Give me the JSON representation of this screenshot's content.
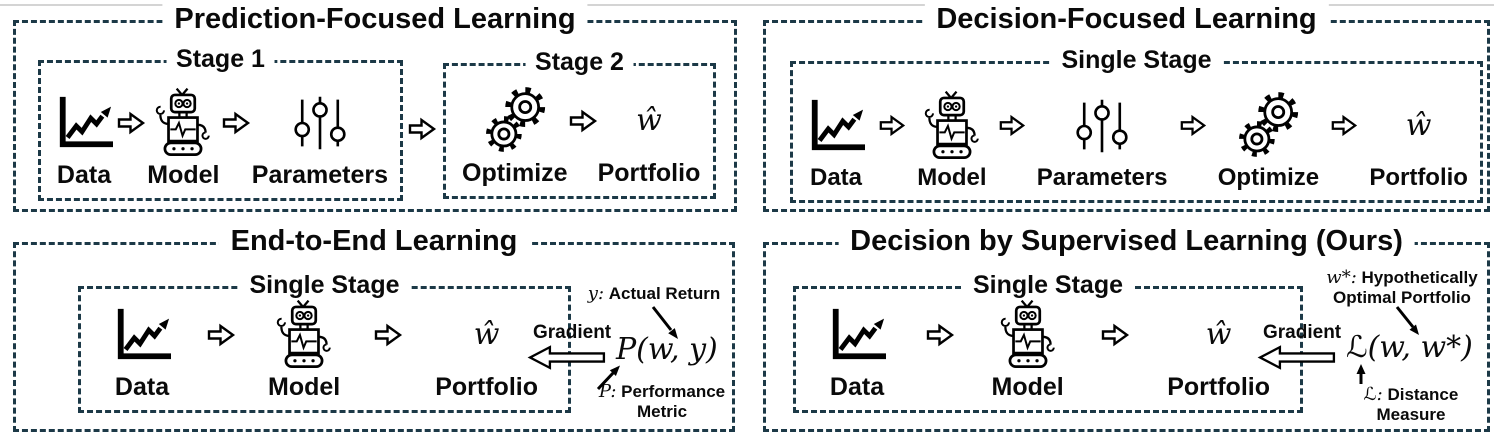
{
  "panels": {
    "prediction": {
      "title": "Prediction-Focused Learning",
      "stage1": {
        "title": "Stage 1",
        "items": [
          {
            "icon": "chart-icon",
            "label": "Data"
          },
          {
            "icon": "robot-icon",
            "label": "Model"
          },
          {
            "icon": "sliders-icon",
            "label": "Parameters"
          }
        ]
      },
      "stage2": {
        "title": "Stage 2",
        "items": [
          {
            "icon": "gears-icon",
            "label": "Optimize"
          },
          {
            "icon": "w-hat-symbol",
            "label": "Portfolio",
            "symbol": "ŵ"
          }
        ]
      }
    },
    "decision": {
      "title": "Decision-Focused Learning",
      "stage": {
        "title": "Single Stage",
        "items": [
          {
            "icon": "chart-icon",
            "label": "Data"
          },
          {
            "icon": "robot-icon",
            "label": "Model"
          },
          {
            "icon": "sliders-icon",
            "label": "Parameters"
          },
          {
            "icon": "gears-icon",
            "label": "Optimize"
          },
          {
            "icon": "w-hat-symbol",
            "label": "Portfolio",
            "symbol": "ŵ"
          }
        ]
      }
    },
    "endtoend": {
      "title": "End-to-End Learning",
      "stage": {
        "title": "Single Stage",
        "items": [
          {
            "icon": "chart-icon",
            "label": "Data"
          },
          {
            "icon": "robot-icon",
            "label": "Model"
          },
          {
            "icon": "w-hat-symbol",
            "label": "Portfolio",
            "symbol": "ŵ"
          }
        ]
      },
      "gradient_label": "Gradient",
      "formula": "P(w, y)",
      "note_top": {
        "var": "y:",
        "label": "Actual Return"
      },
      "note_bottom": {
        "var": "P:",
        "label": "Performance Metric"
      }
    },
    "ours": {
      "title": "Decision by Supervised Learning (Ours)",
      "stage": {
        "title": "Single Stage",
        "items": [
          {
            "icon": "chart-icon",
            "label": "Data"
          },
          {
            "icon": "robot-icon",
            "label": "Model"
          },
          {
            "icon": "w-hat-symbol",
            "label": "Portfolio",
            "symbol": "ŵ"
          }
        ]
      },
      "gradient_label": "Gradient",
      "formula": "ℒ(w, w*)",
      "note_top": {
        "var": "w*:",
        "label": "Hypothetically Optimal Portfolio"
      },
      "note_bottom": {
        "var": "ℒ:",
        "label": "Distance Measure"
      }
    }
  }
}
